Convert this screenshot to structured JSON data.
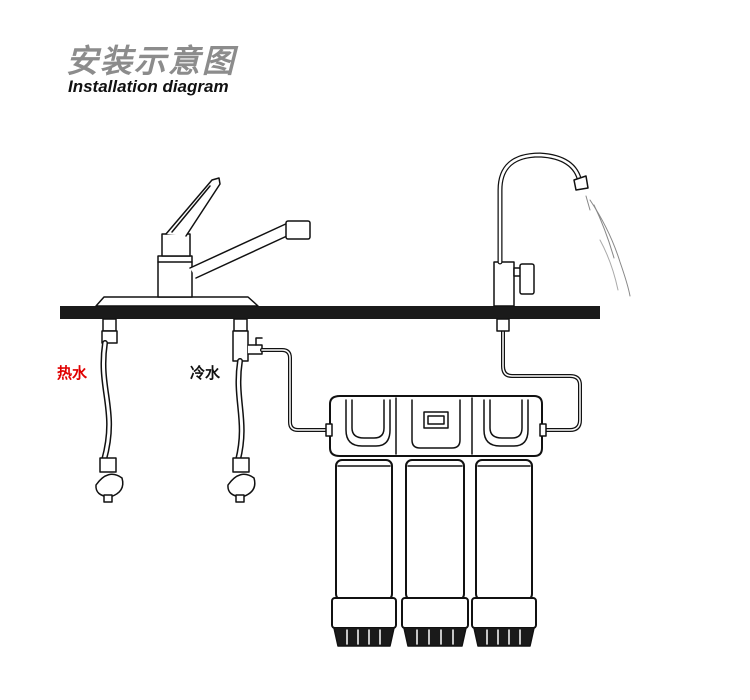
{
  "title": {
    "chinese": "安装示意图",
    "english": "Installation diagram"
  },
  "labels": {
    "hot_water": "热水",
    "cold_water": "冷水"
  },
  "colors": {
    "hot_label": "#e00000",
    "cold_label": "#111111",
    "countertop": "#1a1a1a",
    "title_cn": "#8c8c8c"
  }
}
